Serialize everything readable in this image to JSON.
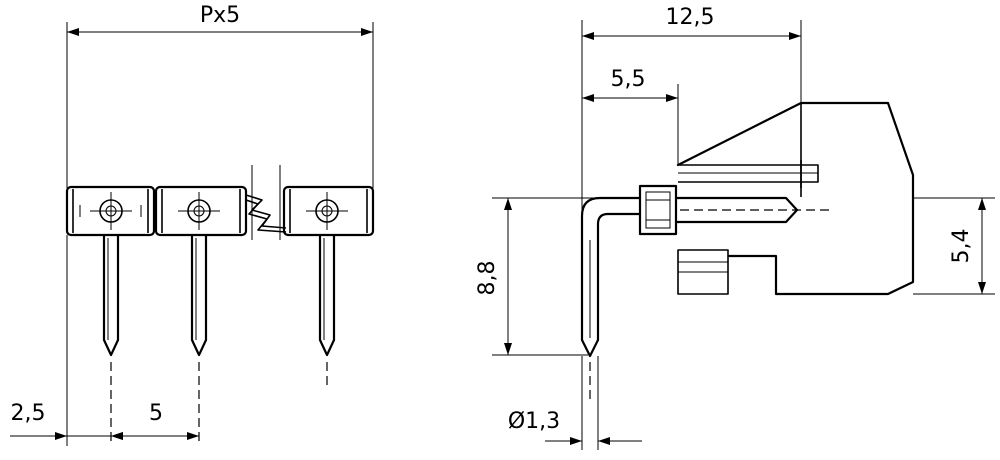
{
  "dimensions": {
    "total_length": "Px5",
    "edge_offset": "2,5",
    "pitch": "5",
    "depth_total": "12,5",
    "pin_offset": "5,5",
    "pin_height": "8,8",
    "pin_diameter": "Ø1,3",
    "body_height": "5,4"
  },
  "colors": {
    "line": "#000000",
    "background": "#ffffff"
  }
}
